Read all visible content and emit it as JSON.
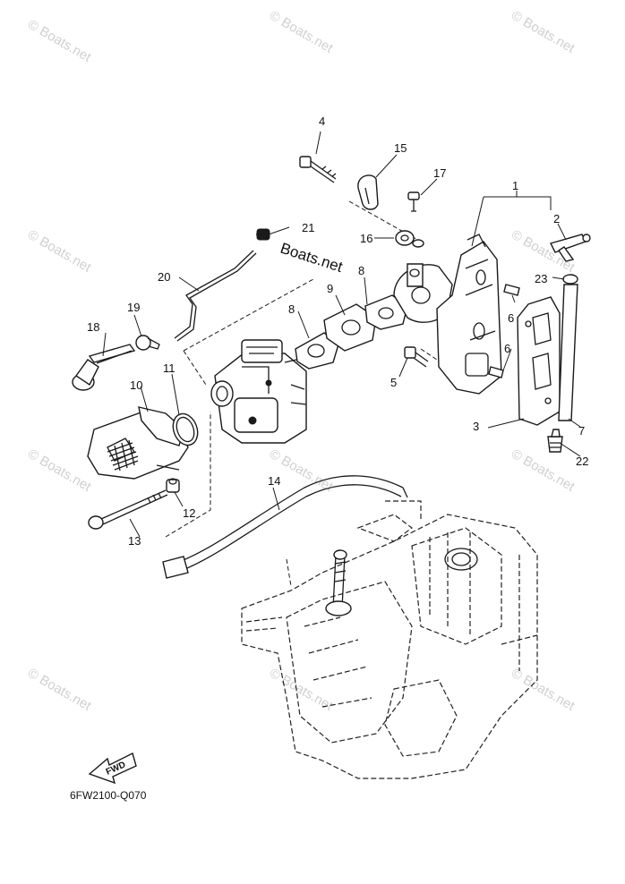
{
  "watermark_text": "© Boats.net",
  "brand_label": "Boats.net",
  "fwd_label": "FWD",
  "diagram_code": "6FW2100-Q070",
  "callouts": [
    "1",
    "2",
    "3",
    "4",
    "5",
    "6",
    "6",
    "7",
    "8",
    "8",
    "9",
    "10",
    "11",
    "12",
    "13",
    "14",
    "15",
    "16",
    "17",
    "18",
    "19",
    "20",
    "21",
    "22",
    "23"
  ]
}
